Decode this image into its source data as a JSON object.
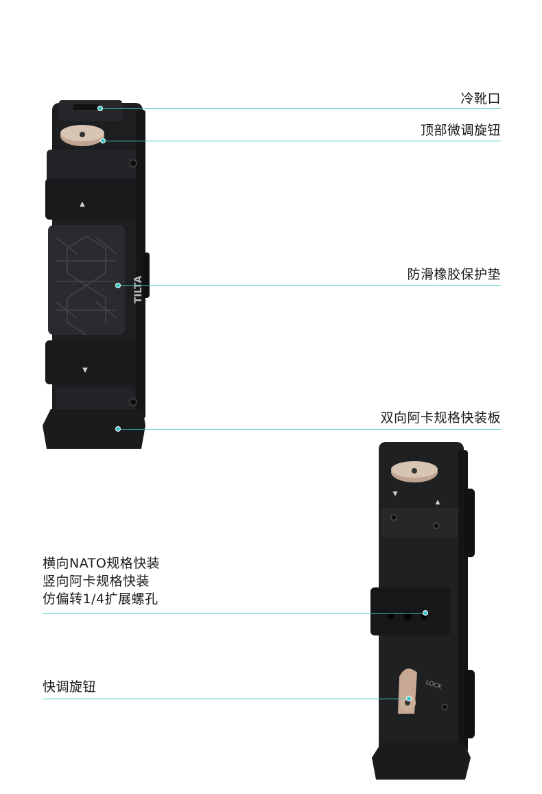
{
  "accent_color": "#3fc4c7",
  "product_brand": "TILTA",
  "callouts_top": [
    {
      "label": "冷靴口"
    },
    {
      "label": "顶部微调旋钮"
    },
    {
      "label": "防滑橡胶保护垫"
    },
    {
      "label": "双向阿卡规格快装板"
    }
  ],
  "callouts_bottom": {
    "group_lines": [
      "横向NATO规格快装",
      "竖向阿卡规格快装",
      "仿偏转1/4扩展螺孔"
    ],
    "quick_knob": "快调旋钮",
    "knob_engraving": "LOCK"
  },
  "icons": [
    "up-arrow-icon",
    "down-arrow-icon"
  ]
}
